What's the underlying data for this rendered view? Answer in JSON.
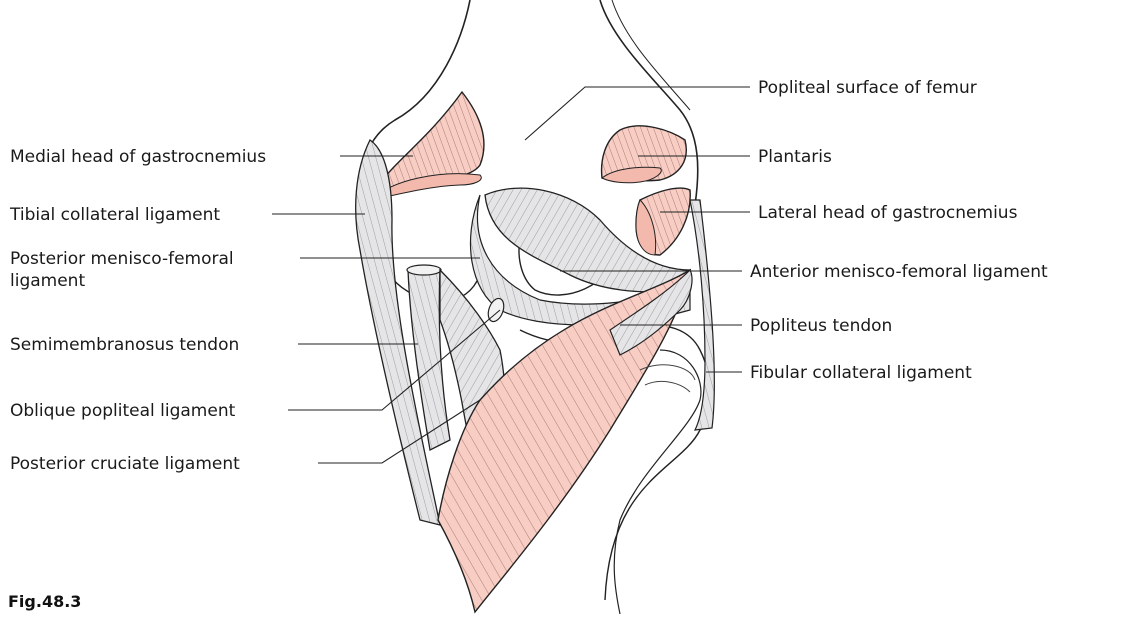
{
  "labels": {
    "left": [
      "Medial head of gastrocnemius",
      "Tibial collateral ligament",
      "Posterior menisco-femoral ligament",
      "Semimembranosus tendon",
      "Oblique popliteal ligament",
      "Posterior cruciate ligament"
    ],
    "right": [
      "Popliteal surface of femur",
      "Plantaris",
      "Lateral head of gastrocnemius",
      "Anterior menisco-femoral ligament",
      "Popliteus tendon",
      "Fibular collateral ligament"
    ]
  },
  "figure_caption": "Fig.48.3",
  "colors": {
    "muscle": "#f7cdc4",
    "ligament": "#e5e5e7",
    "outline": "#222222",
    "background": "#ffffff"
  }
}
